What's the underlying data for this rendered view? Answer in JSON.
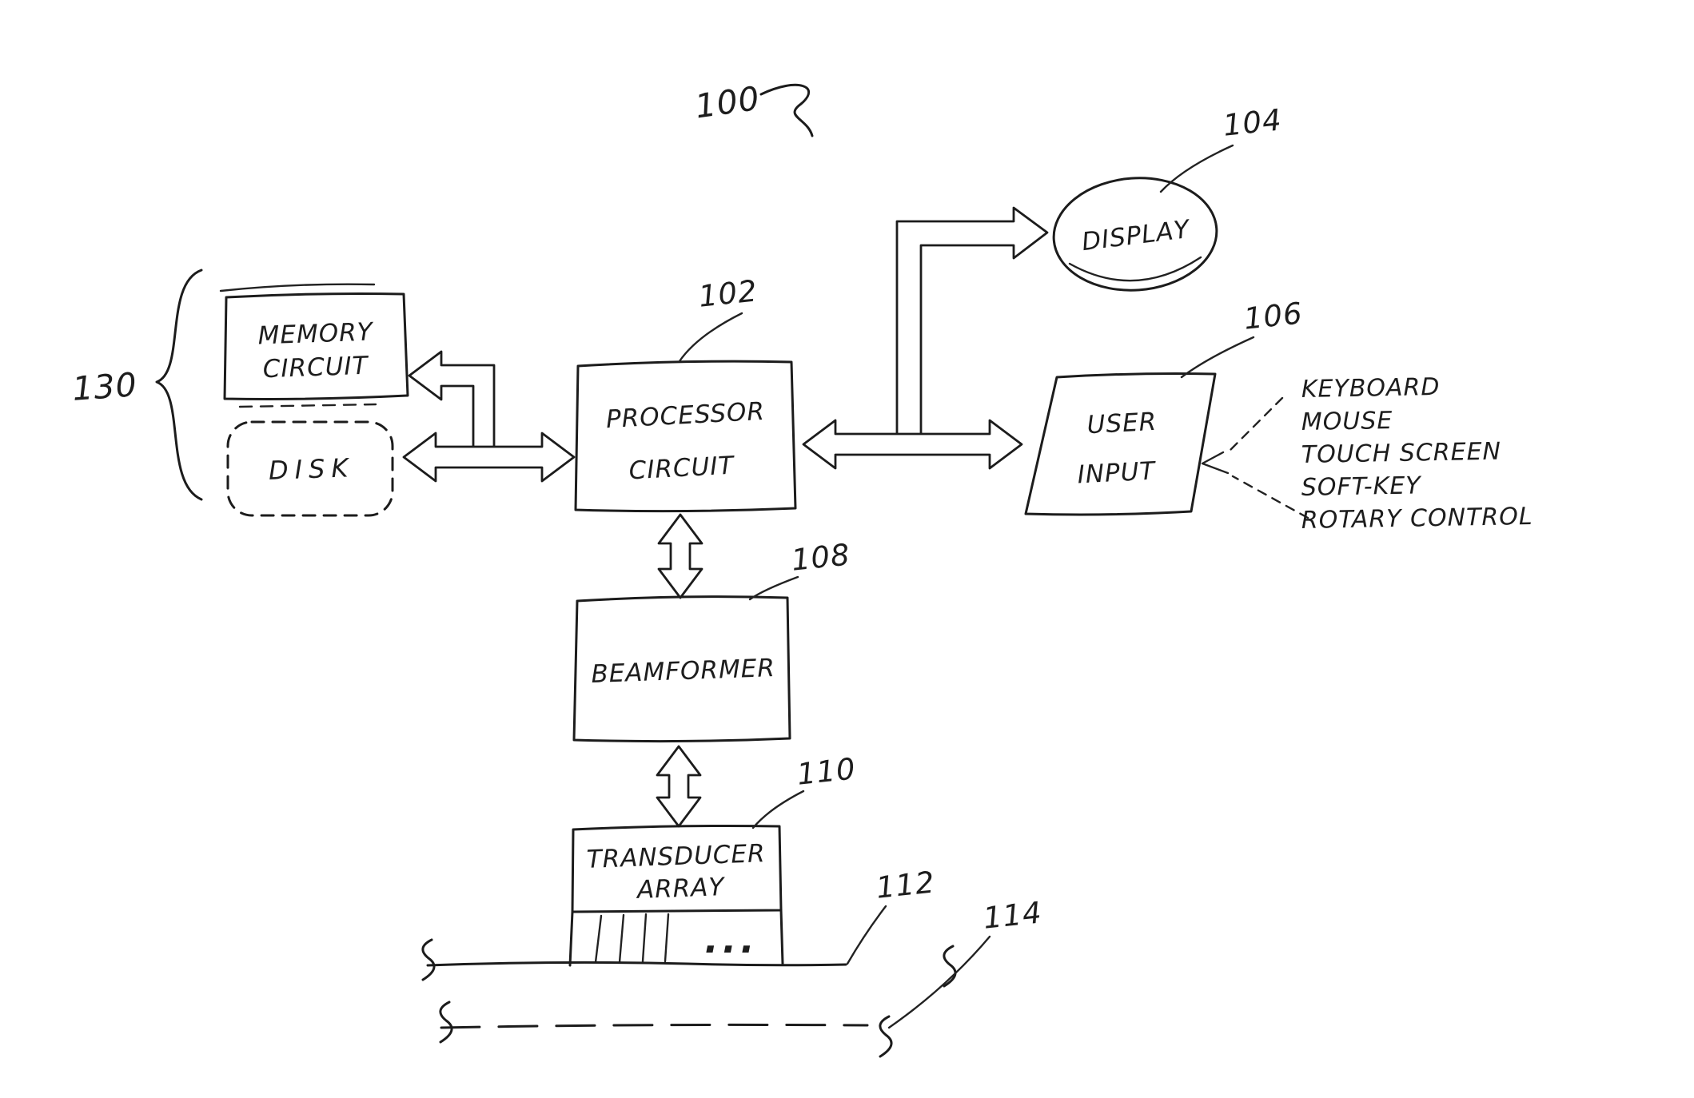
{
  "diagram": {
    "refs": {
      "system": "100",
      "processor": "102",
      "display": "104",
      "user_input": "106",
      "beamformer": "108",
      "transducer": "110",
      "surface": "112",
      "tissue": "114",
      "storage_group": "130"
    },
    "nodes": {
      "memory": {
        "line1": "MEMORY",
        "line2": "CIRCUIT"
      },
      "disk": {
        "label": "DISK"
      },
      "processor": {
        "line1": "PROCESSOR",
        "line2": "CIRCUIT"
      },
      "display": {
        "label": "DISPLAY"
      },
      "user_input": {
        "line1": "USER",
        "line2": "INPUT"
      },
      "beamformer": {
        "label": "BEAMFORMER"
      },
      "transducer": {
        "line1": "TRANSDUCER",
        "line2": "ARRAY",
        "elements_ellipsis": "..."
      }
    },
    "input_devices": [
      "KEYBOARD",
      "MOUSE",
      "TOUCH SCREEN",
      "SOFT-KEY",
      "ROTARY CONTROL"
    ],
    "ink_color": "#1c1c1c"
  }
}
